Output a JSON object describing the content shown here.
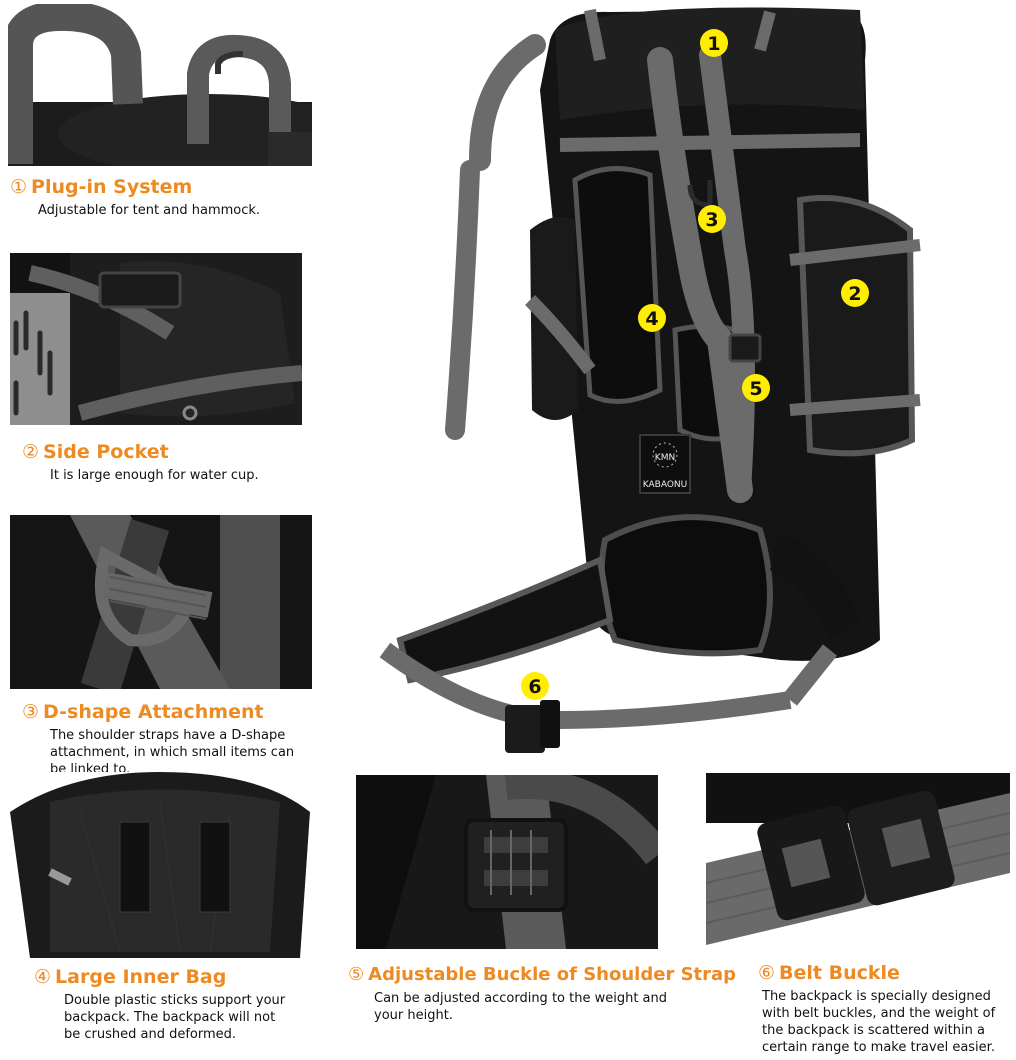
{
  "features": [
    {
      "num": "①",
      "title": "Plug-in System",
      "desc": [
        "Adjustable for tent and hammock."
      ]
    },
    {
      "num": "②",
      "title": "Side Pocket",
      "desc": [
        "It is large enough for water cup."
      ]
    },
    {
      "num": "③",
      "title": "D-shape Attachment",
      "desc": [
        "The shoulder straps have a D-shape",
        "attachment, in which small items can",
        "be linked to."
      ]
    },
    {
      "num": "④",
      "title": "Large Inner Bag",
      "desc": [
        "Double plastic sticks support your",
        "backpack. The backpack will not",
        "be crushed and deformed."
      ]
    },
    {
      "num": "⑤",
      "title": "Adjustable Buckle of Shoulder Strap",
      "desc": [
        "Can be adjusted according to the weight and",
        "your height."
      ]
    },
    {
      "num": "⑥",
      "title": "Belt Buckle",
      "desc": [
        "The backpack is specially designed",
        "with belt buckles, and the weight of",
        "the backpack is scattered within a",
        "certain range to make travel easier."
      ]
    }
  ],
  "markers": [
    "1",
    "2",
    "3",
    "4",
    "5",
    "6"
  ],
  "brand": {
    "logo_text": "KMN",
    "name": "KABAONU"
  },
  "colors": {
    "accent": "#ee8a22",
    "marker": "#ffee00",
    "bag": "#141414",
    "strap": "#6b6b6b"
  }
}
